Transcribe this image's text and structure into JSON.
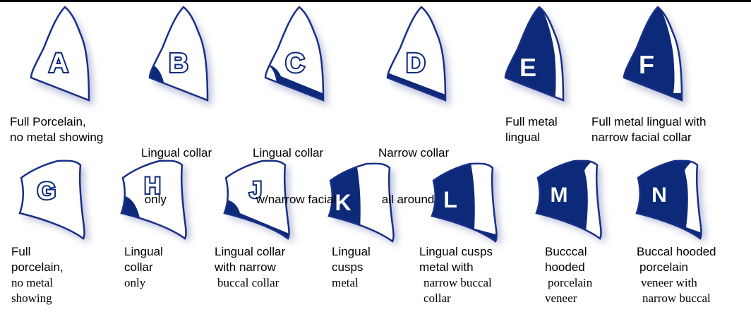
{
  "colors": {
    "navy": "#0d2a7a",
    "outline": "#1a2f86",
    "shadow": "#b9bfd9",
    "white": "#ffffff"
  },
  "top_row": [
    {
      "letter": "A",
      "caption": [
        "Full Porcelain,",
        "no metal showing"
      ]
    },
    {
      "letter": "B",
      "caption": [
        "Lingual collar",
        " only"
      ]
    },
    {
      "letter": "C",
      "caption": [
        "Lingual collar",
        " w/narrow facial"
      ]
    },
    {
      "letter": "D",
      "caption": [
        "Narrow collar",
        " all around"
      ]
    },
    {
      "letter": "E",
      "caption": [
        "Full metal",
        "lingual"
      ]
    },
    {
      "letter": "F",
      "caption": [
        "Full metal lingual with",
        "narrow facial collar"
      ]
    }
  ],
  "bottom_row": [
    {
      "letter": "G",
      "caption_sans": [
        "Full",
        "porcelain,"
      ],
      "caption_serif": [
        "no metal",
        "showing"
      ]
    },
    {
      "letter": "H",
      "caption_sans": [
        "Lingual",
        "collar"
      ],
      "caption_serif": [
        "only"
      ]
    },
    {
      "letter": "J",
      "caption_sans": [
        "Lingual collar",
        "with narrow"
      ],
      "caption_serif": [
        "buccal collar"
      ]
    },
    {
      "letter": "K",
      "caption_sans": [
        "Lingual",
        "cusps"
      ],
      "caption_serif": [
        "metal"
      ]
    },
    {
      "letter": "L",
      "caption_sans": [
        "Lingual cusps",
        "metal with"
      ],
      "caption_serif": [
        "narrow buccal",
        "collar"
      ]
    },
    {
      "letter": "M",
      "caption_sans": [
        "Bucccal",
        "hooded"
      ],
      "caption_serif": [
        "porcelain",
        "veneer"
      ]
    },
    {
      "letter": "N",
      "caption_sans": [
        "Buccal hooded",
        "porcelain"
      ],
      "caption_serif": [
        "veneer with",
        "narrow buccal"
      ]
    }
  ]
}
